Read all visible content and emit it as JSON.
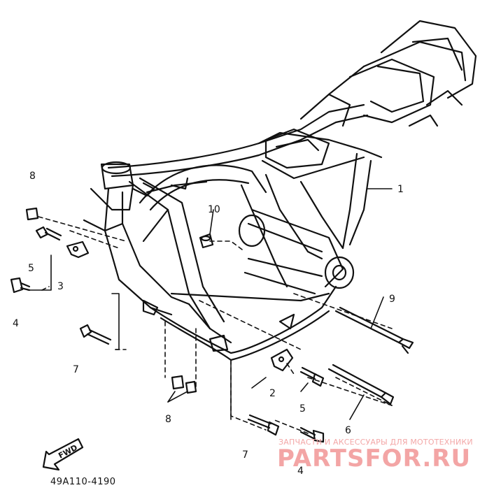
{
  "diagram": {
    "part_code": "49A110-4190",
    "direction_label": "FWD",
    "callouts": {
      "c1": "1",
      "c2": "2",
      "c3": "3",
      "c4a": "4",
      "c4b": "4",
      "c5a": "5",
      "c5b": "5",
      "c6": "6",
      "c7a": "7",
      "c7b": "7",
      "c8a": "8",
      "c8b": "8",
      "c9": "9",
      "c10": "10"
    }
  },
  "watermark": {
    "tagline": "ЗАПЧАСТИ И АКСЕССУАРЫ ДЛЯ МОТОТЕХНИКИ",
    "brand": "PARTSFOR.RU",
    "color": "#f29c9c"
  }
}
